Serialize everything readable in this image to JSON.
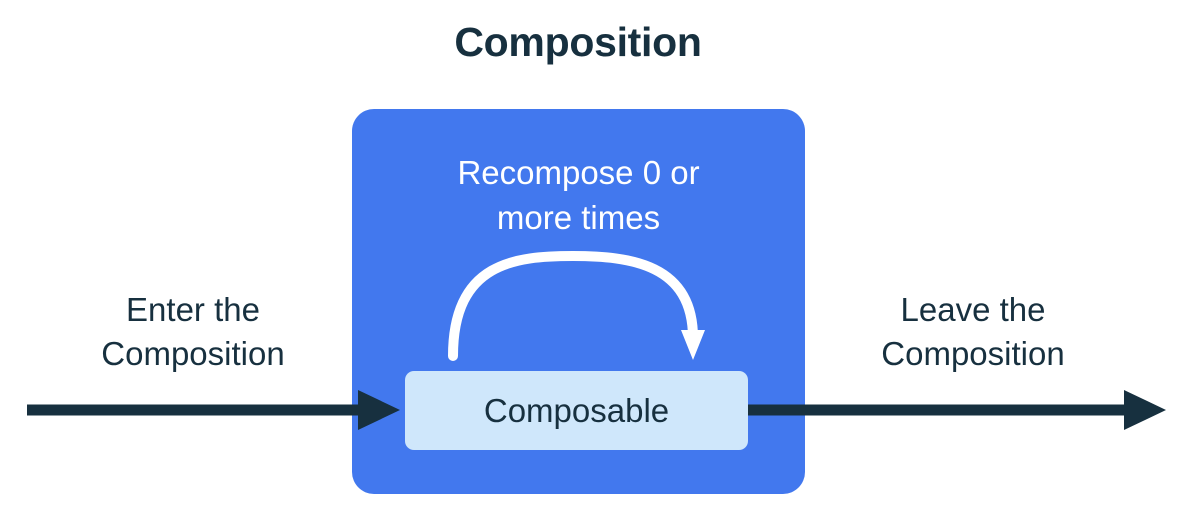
{
  "diagram": {
    "title": "Composition",
    "background_color": "#ffffff",
    "text_color": "#17303F",
    "box_color": "#4278EE",
    "inner_box_color": "#CFE7FB",
    "arrow_color": "#17303F",
    "loop_arrow_color": "#ffffff",
    "enter_label": {
      "line1": "Enter the",
      "line2": "Composition"
    },
    "leave_label": {
      "line1": "Leave the",
      "line2": "Composition"
    },
    "recompose_caption": {
      "line1": "Recompose 0 or",
      "line2": "more times"
    },
    "composable_label": "Composable",
    "icons": {
      "enter_arrow": "arrow-right-icon",
      "leave_arrow": "arrow-right-icon",
      "recompose_loop": "loop-arrow-icon"
    }
  }
}
